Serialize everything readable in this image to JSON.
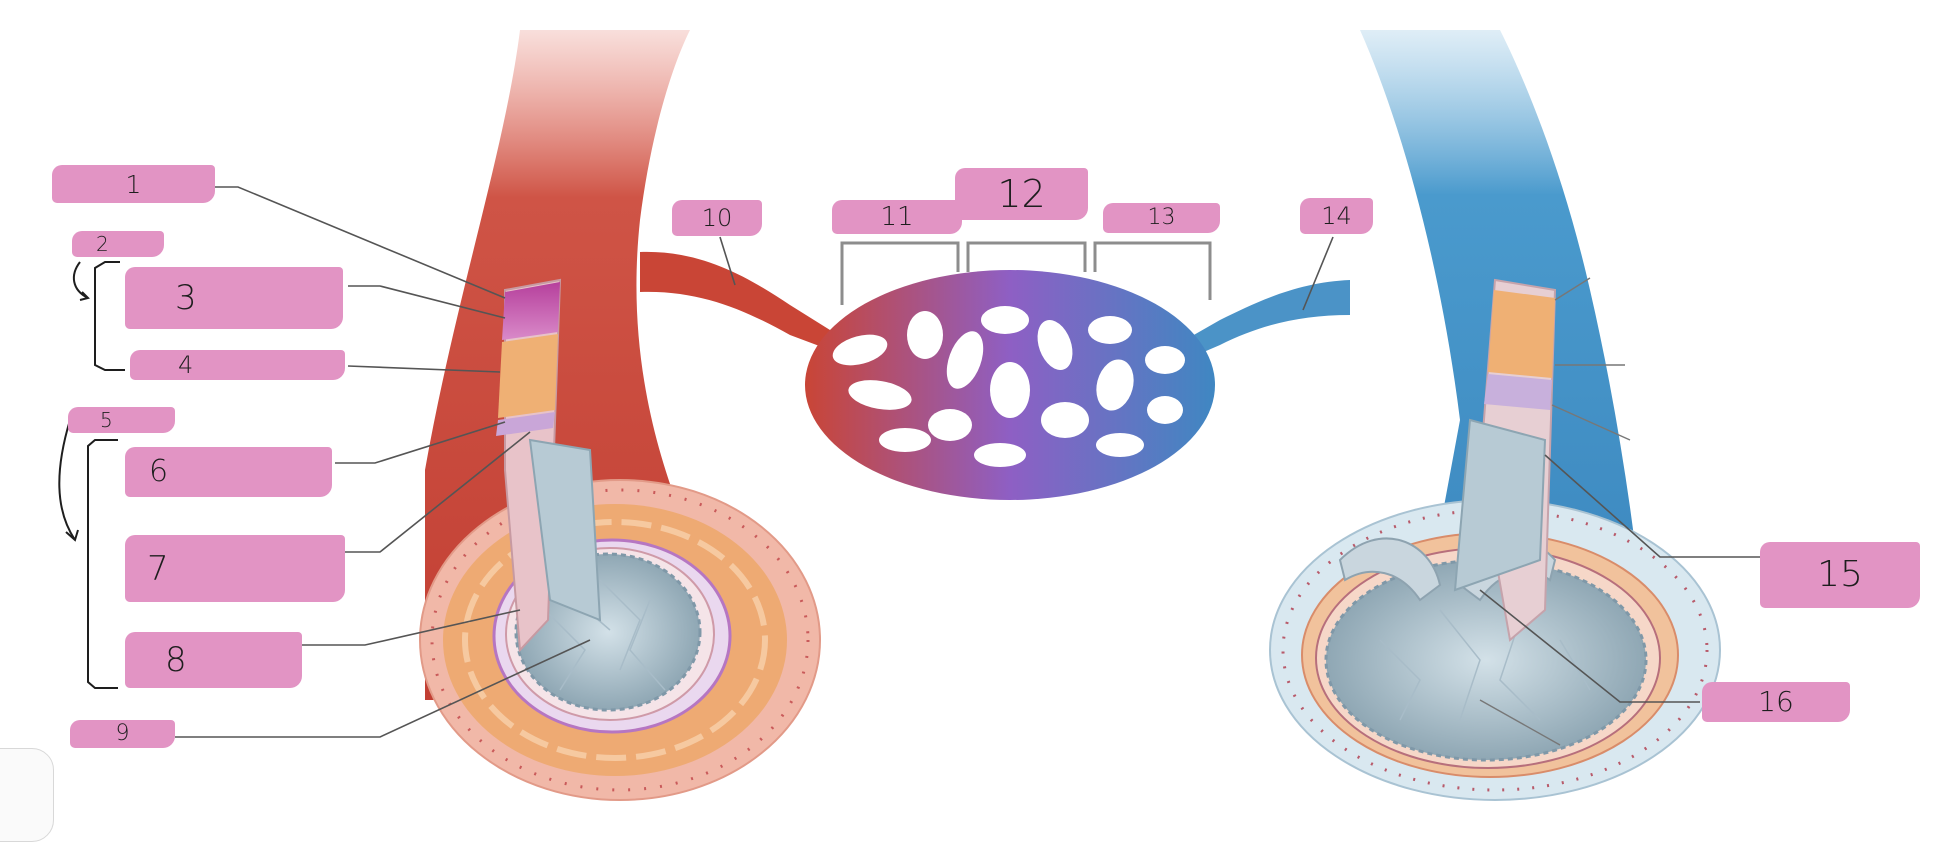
{
  "labels": {
    "l1": "1",
    "l2": "2",
    "l3": "3",
    "l4": "4",
    "l5": "5",
    "l6": "6",
    "l7": "7",
    "l8": "8",
    "l9": "9",
    "l10": "10",
    "l11": "11",
    "l12": "12",
    "l13": "13",
    "l14": "14",
    "l15": "15",
    "l16": "16"
  },
  "colors": {
    "label_fill": "#e294c4",
    "artery": "#c8473a",
    "vein": "#3f8fc4",
    "capillary_mid": "#8e5fc4",
    "tunica_media": "#f0b072",
    "lumen": "#b9ccd6",
    "leader_line": "#555555"
  },
  "icons": {
    "bracket_arrow": "curved-arrow-icon"
  }
}
